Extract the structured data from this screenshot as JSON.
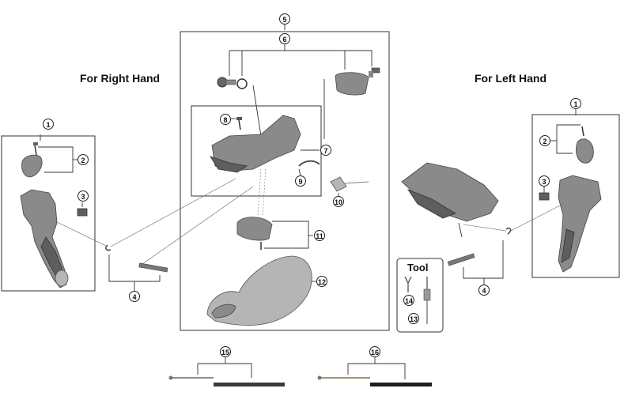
{
  "titles": {
    "right_hand": "For Right Hand",
    "left_hand": "For Left Hand",
    "tool": "Tool"
  },
  "callouts": [
    "1",
    "2",
    "3",
    "4",
    "5",
    "6",
    "7",
    "8",
    "9",
    "10",
    "11",
    "12",
    "13",
    "14",
    "15",
    "16"
  ]
}
